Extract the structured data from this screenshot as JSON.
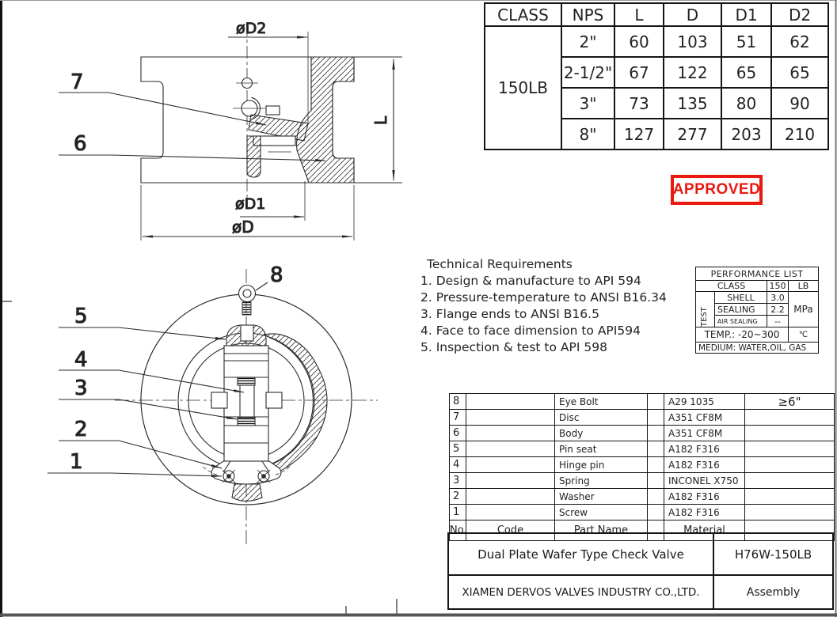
{
  "page": {
    "line_color": "#2b2b2b",
    "accent_red": "#e8190f"
  },
  "dimension_table": {
    "headers": [
      "CLASS",
      "NPS",
      "L",
      "D",
      "D1",
      "D2"
    ],
    "class_value": "150LB",
    "rows": [
      {
        "nps": "2\"",
        "l": "60",
        "d": "103",
        "d1": "51",
        "d2": "62"
      },
      {
        "nps": "2-1/2\"",
        "l": "67",
        "d": "122",
        "d1": "65",
        "d2": "65"
      },
      {
        "nps": "3\"",
        "l": "73",
        "d": "135",
        "d1": "80",
        "d2": "90"
      },
      {
        "nps": "8\"",
        "l": "127",
        "d": "277",
        "d1": "203",
        "d2": "210"
      }
    ]
  },
  "approved_stamp": {
    "label": "APPROVED",
    "color": "#e8190f"
  },
  "technical_requirements": {
    "title": "Technical Requirements",
    "items": [
      "1. Design & manufacture to API 594",
      "2. Pressure-temperature to ANSI B16.34",
      "3. Flange ends to ANSI B16.5",
      "4. Face to face dimension to API594",
      "5. Inspection & test to API 598"
    ]
  },
  "performance_list": {
    "title": "PERFORMANCE LIST",
    "class_label": "CLASS",
    "class_value": "150",
    "class_unit": "LB",
    "test_label": "TEST",
    "rows": [
      {
        "label": "SHELL",
        "value": "3.0"
      },
      {
        "label": "SEALING",
        "value": "2.2"
      },
      {
        "label": "AIR SEALING",
        "value": "--"
      }
    ],
    "pressure_unit": "MPa",
    "temp_label": "TEMP.: -20~300",
    "temp_unit": "℃",
    "medium": "MEDIUM: WATER,OIL, GAS"
  },
  "parts_list": {
    "headers": {
      "no": "No.",
      "code": "Code",
      "part_name": "Part Name",
      "material": "Material"
    },
    "rows": [
      {
        "no": "8",
        "part_name": "Eye Bolt",
        "material": "A29 1035",
        "note": "≥6\""
      },
      {
        "no": "7",
        "part_name": "Disc",
        "material": "A351 CF8M",
        "note": ""
      },
      {
        "no": "6",
        "part_name": "Body",
        "material": "A351 CF8M",
        "note": ""
      },
      {
        "no": "5",
        "part_name": "Pin seat",
        "material": "A182 F316",
        "note": ""
      },
      {
        "no": "4",
        "part_name": "Hinge pin",
        "material": "A182 F316",
        "note": ""
      },
      {
        "no": "3",
        "part_name": "Spring",
        "material": "INCONEL X750",
        "note": ""
      },
      {
        "no": "2",
        "part_name": "Washer",
        "material": "A182 F316",
        "note": ""
      },
      {
        "no": "1",
        "part_name": "Screw",
        "material": "A182 F316",
        "note": ""
      }
    ]
  },
  "title_block": {
    "product_name": "Dual Plate Wafer Type Check Valve",
    "model": "H76W-150LB",
    "company": "XIAMEN DERVOS VALVES INDUSTRY CO.,LTD.",
    "drawing_type": "Assembly"
  },
  "drawing": {
    "balloons": {
      "b1": "1",
      "b2": "2",
      "b3": "3",
      "b4": "4",
      "b5": "5",
      "b6": "6",
      "b7": "7",
      "b8": "8"
    },
    "dims": {
      "d2": "øD2",
      "d1": "øD1",
      "d": "øD",
      "l": "L"
    }
  }
}
